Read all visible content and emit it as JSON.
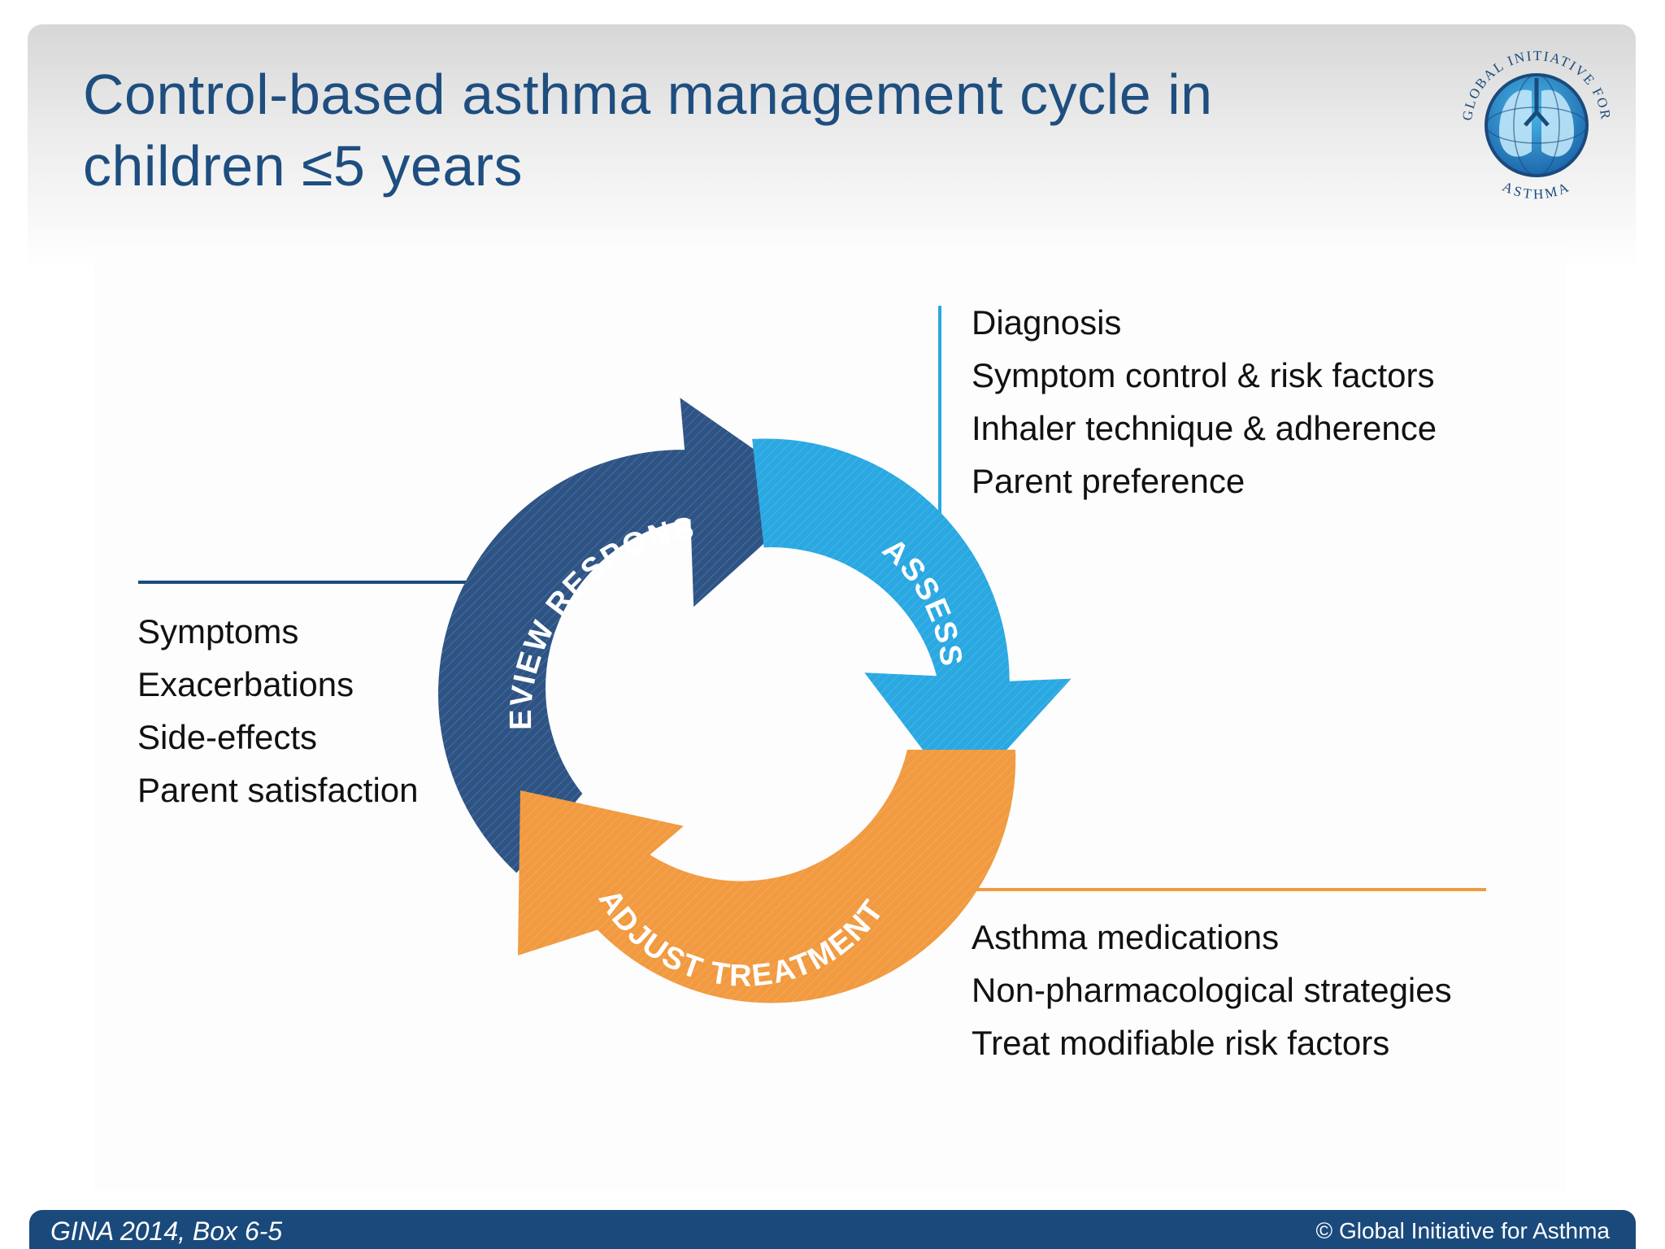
{
  "slide": {
    "title_line1": "Control-based  asthma management  cycle in",
    "title_line2": "children ≤5 years"
  },
  "logo": {
    "top_text": "GLOBAL INITIATIVE FOR",
    "bottom_text": "ASTHMA"
  },
  "cycle": {
    "stages": [
      {
        "label": "ASSESS",
        "color": "#2aa8e2"
      },
      {
        "label": "ADJUST TREATMENT",
        "color": "#f19a40"
      },
      {
        "label": "REVIEW RESPONSE",
        "color": "#2e5486"
      }
    ]
  },
  "assess_items": [
    "Diagnosis",
    "Symptom control & risk factors",
    "Inhaler technique & adherence",
    "Parent preference"
  ],
  "review_items": [
    "Symptoms",
    "Exacerbations",
    "Side-effects",
    "Parent satisfaction"
  ],
  "adjust_items": [
    "Asthma medications",
    "Non-pharmacological strategies",
    "Treat modifiable risk factors"
  ],
  "footer": {
    "source": "GINA 2014, Box 6-5",
    "copyright": "© Global Initiative for Asthma"
  },
  "colors": {
    "title": "#1e4e7f",
    "footer_bar": "#1a4a7c",
    "assess": "#2aa8e2",
    "adjust": "#f19a40",
    "review": "#2e5486"
  }
}
